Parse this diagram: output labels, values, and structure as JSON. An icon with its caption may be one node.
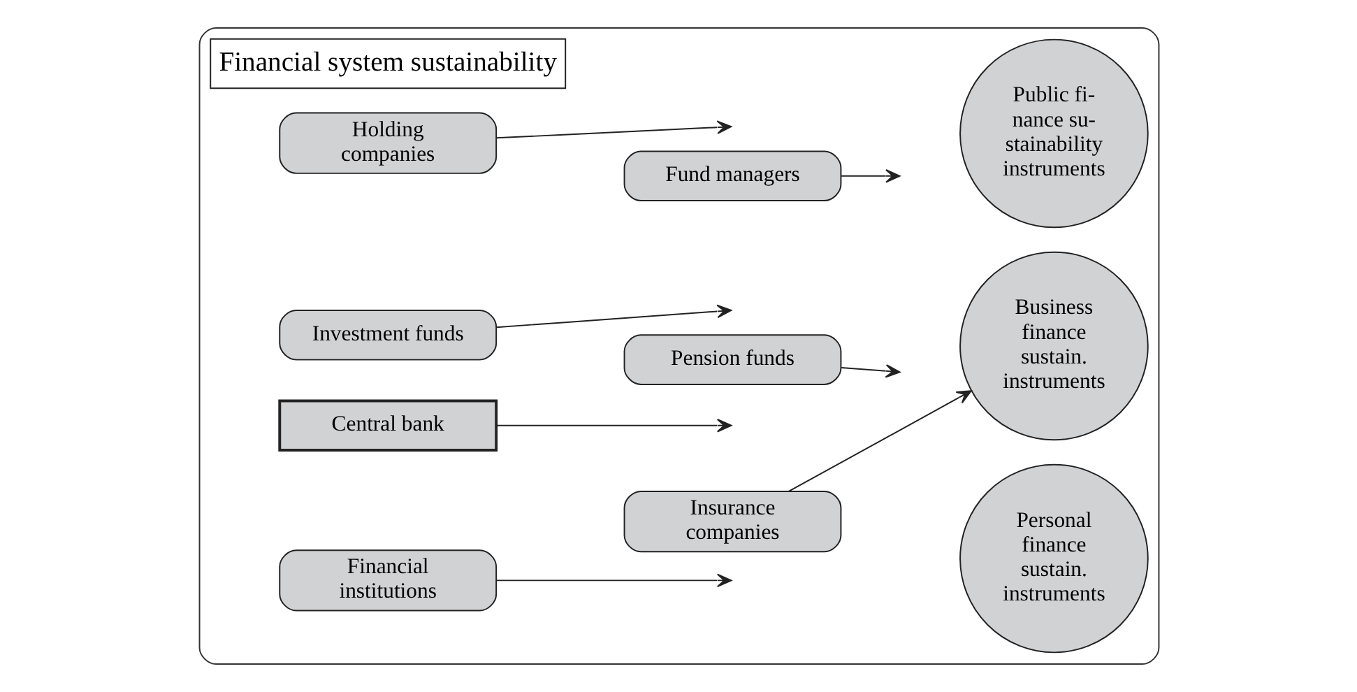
{
  "diagram": {
    "nodes": [
      {
        "text": [],
        "shape": "box"
      },
      {
        "text": [
          "Financial system sustainability"
        ],
        "in": 0
      },
      {
        "text": [
          "Holding companies"
        ],
        "in": 0
      },
      {
        "text": [
          "Fund managers"
        ],
        "in": 0
      },
      {
        "text": [
          "Investment funds"
        ],
        "in": 0
      },
      {
        "text": [
          "Pension funds"
        ],
        "in": 0
      },
      {
        "text": [
          "Central bank"
        ],
        "in": 0
      },
      {
        "text": [
          "Insurance companies"
        ],
        "in": 0
      },
      {
        "text": [
          "Financial institutions"
        ],
        "in": 0
      },
      {
        "text": [
          "Public fi- nance su- stainability instruments"
        ],
        "in": 0
      },
      {
        "text": [
          "Business finance sustain. instruments"
        ],
        "in": 0
      },
      {
        "text": [
          "Personal finance sustain. instruments"
        ],
        "in": 0
      }
    ],
    "edges": [
      {
        "from": 2,
        "to": null,
        "arrow": "to"
      },
      {
        "from": 3,
        "to": null,
        "arrow": "to"
      },
      {
        "from": 4,
        "to": null,
        "arrow": "to"
      },
      {
        "from": 5,
        "to": null,
        "arrow": "to"
      },
      {
        "from": 6,
        "to": null,
        "arrow": "to"
      },
      {
        "from": 7,
        "to": 10,
        "arrow": "to"
      },
      {
        "from": 8,
        "to": null,
        "arrow": "to"
      }
    ]
  }
}
